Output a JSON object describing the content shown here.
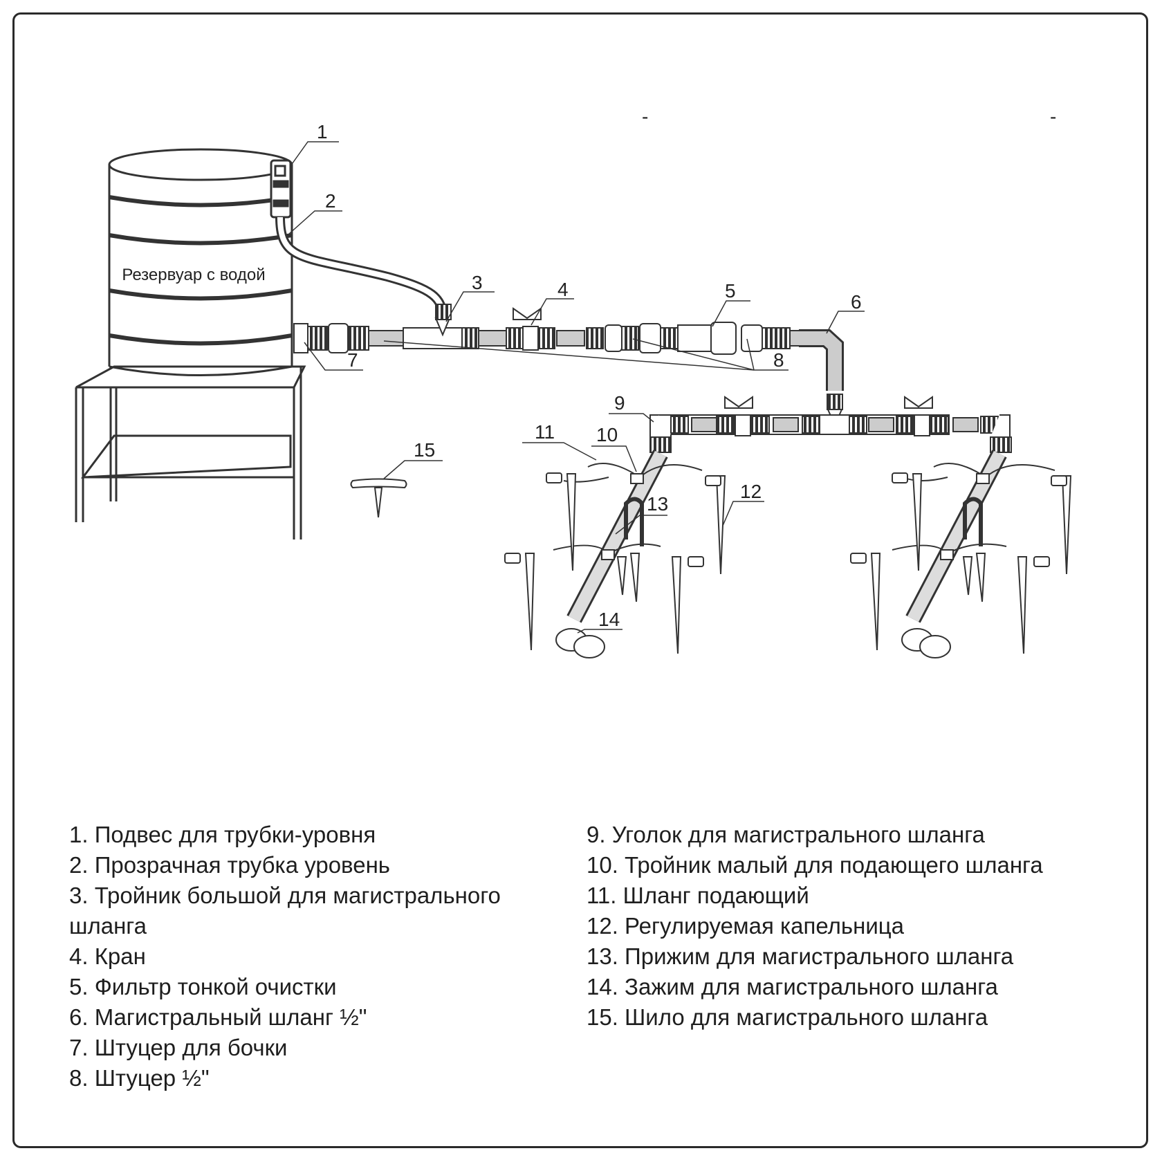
{
  "diagram": {
    "tank_label": "Резервуар с водой",
    "callouts": [
      "1",
      "2",
      "3",
      "4",
      "5",
      "6",
      "7",
      "8",
      "9",
      "10",
      "11",
      "12",
      "13",
      "14",
      "15"
    ],
    "dash_marks": [
      "-",
      "-"
    ]
  },
  "legend": {
    "left": [
      "1. Подвес для трубки-уровня",
      "2. Прозрачная трубка уровень",
      "3. Тройник большой для магистрального",
      "шланга",
      "4. Кран",
      "5. Фильтр тонкой очистки",
      "6. Магистральный шланг ½\"",
      "7. Штуцер для бочки",
      "8. Штуцер ½\""
    ],
    "right": [
      "9. Уголок для магистрального шланга",
      "10. Тройник малый для подающего шланга",
      "11. Шланг подающий",
      "12. Регулируемая капельница",
      "13. Прижим для магистрального шланга",
      "14. Зажим для магистрального шланга",
      "15. Шило для магистрального шланга"
    ]
  }
}
